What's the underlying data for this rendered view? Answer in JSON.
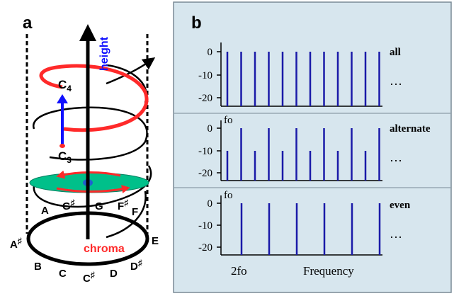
{
  "panel_a": {
    "label": "a",
    "height_label": "height",
    "chroma_label": "chroma",
    "c4_label": "C",
    "c4_sub": "4",
    "c3_label": "C",
    "c3_sub": "3",
    "notes": [
      {
        "name": "note-a",
        "text": "A",
        "sharp": false
      },
      {
        "name": "note-g-sharp",
        "text": "G",
        "sharp": true
      },
      {
        "name": "note-g",
        "text": "G",
        "sharp": false
      },
      {
        "name": "note-f-sharp",
        "text": "F",
        "sharp": true
      },
      {
        "name": "note-f",
        "text": "F",
        "sharp": false
      },
      {
        "name": "note-a-sharp",
        "text": "A",
        "sharp": true
      },
      {
        "name": "note-e",
        "text": "E",
        "sharp": false
      },
      {
        "name": "note-b",
        "text": "B",
        "sharp": false
      },
      {
        "name": "note-c",
        "text": "C",
        "sharp": false
      },
      {
        "name": "note-c-sharp",
        "text": "C",
        "sharp": true
      },
      {
        "name": "note-d",
        "text": "D",
        "sharp": false
      },
      {
        "name": "note-d-sharp",
        "text": "D",
        "sharp": true
      }
    ],
    "sharp_symbol": "♯",
    "colors": {
      "helix": "#000000",
      "highlight": "#ff2a2a",
      "disc": "#00c08a",
      "height_arrow": "#1010ff"
    }
  },
  "panel_b": {
    "label": "b",
    "background": "#d7e6ee",
    "x_label": "Frequency",
    "x_tick": "2fo",
    "f0_label": "fo",
    "ellipsis": "…",
    "y_ticks": [
      "0",
      "-10",
      "-20"
    ],
    "line_color": "#1a1aa8",
    "chart_data": [
      {
        "type": "bar",
        "title": "all",
        "ylim": [
          -25,
          3
        ],
        "values": [
          0,
          0,
          0,
          0,
          0,
          0,
          0,
          0,
          0,
          0,
          0,
          0
        ]
      },
      {
        "type": "bar",
        "title": "alternate",
        "ylim": [
          -25,
          3
        ],
        "values": [
          -10,
          0,
          -10,
          0,
          -10,
          0,
          -10,
          0,
          -10,
          0,
          -10,
          0
        ]
      },
      {
        "type": "bar",
        "title": "even",
        "ylim": [
          -25,
          3
        ],
        "values": [
          0,
          0,
          0,
          0,
          0,
          0
        ]
      }
    ]
  }
}
